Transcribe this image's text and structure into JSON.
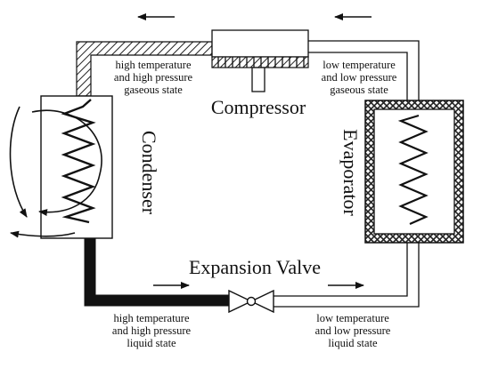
{
  "components": {
    "compressor": "Compressor",
    "condenser": "Condenser",
    "evaporator": "Evaporator",
    "expansion_valve": "Expansion Valve"
  },
  "states": {
    "top_left": [
      "high temperature",
      "and high pressure",
      "gaseous state"
    ],
    "top_right": [
      "low temperature",
      "and low pressure",
      "gaseous state"
    ],
    "bottom_left": [
      "high temperature",
      "and high pressure",
      "liquid state"
    ],
    "bottom_right": [
      "low temperature",
      "and low pressure",
      "liquid state"
    ]
  }
}
